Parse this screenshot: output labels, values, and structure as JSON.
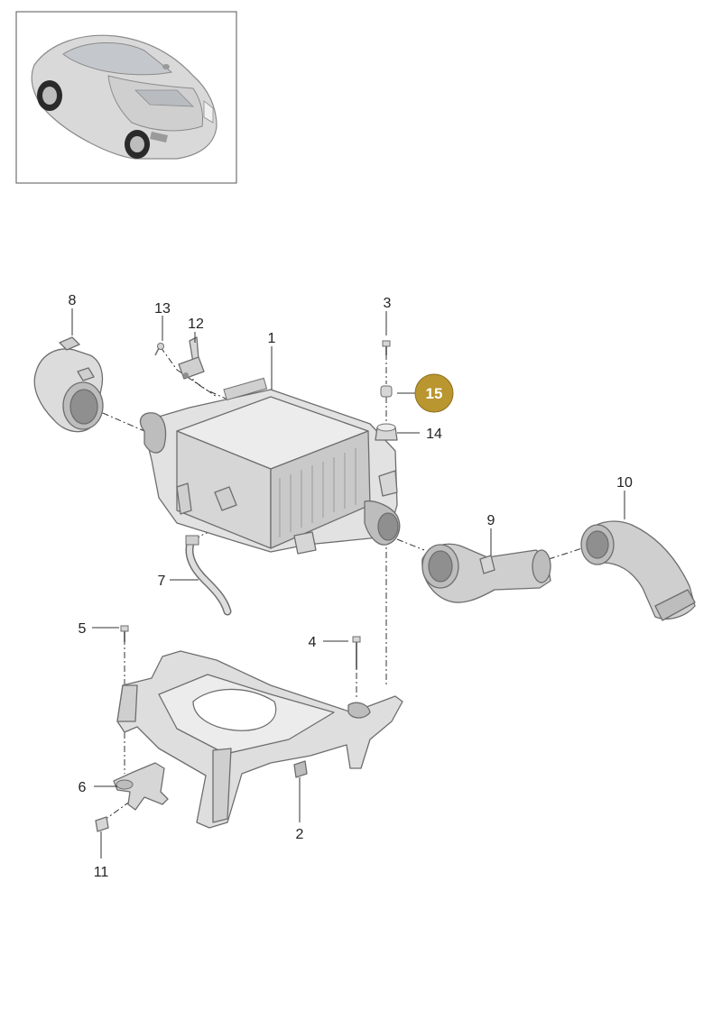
{
  "colors": {
    "highlight_badge": "#b9962f",
    "part_fill": "#e4e4e4",
    "part_shade": "#c9c9c9",
    "line": "#333333"
  },
  "highlighted_part": "15",
  "callouts": [
    {
      "id": "c1",
      "label": "1"
    },
    {
      "id": "c2",
      "label": "2"
    },
    {
      "id": "c3",
      "label": "3"
    },
    {
      "id": "c4",
      "label": "4"
    },
    {
      "id": "c5",
      "label": "5"
    },
    {
      "id": "c6",
      "label": "6"
    },
    {
      "id": "c7",
      "label": "7"
    },
    {
      "id": "c8",
      "label": "8"
    },
    {
      "id": "c9",
      "label": "9"
    },
    {
      "id": "c10",
      "label": "10"
    },
    {
      "id": "c11",
      "label": "11"
    },
    {
      "id": "c12",
      "label": "12"
    },
    {
      "id": "c13",
      "label": "13"
    },
    {
      "id": "c14",
      "label": "14"
    },
    {
      "id": "c15",
      "label": "15"
    }
  ]
}
